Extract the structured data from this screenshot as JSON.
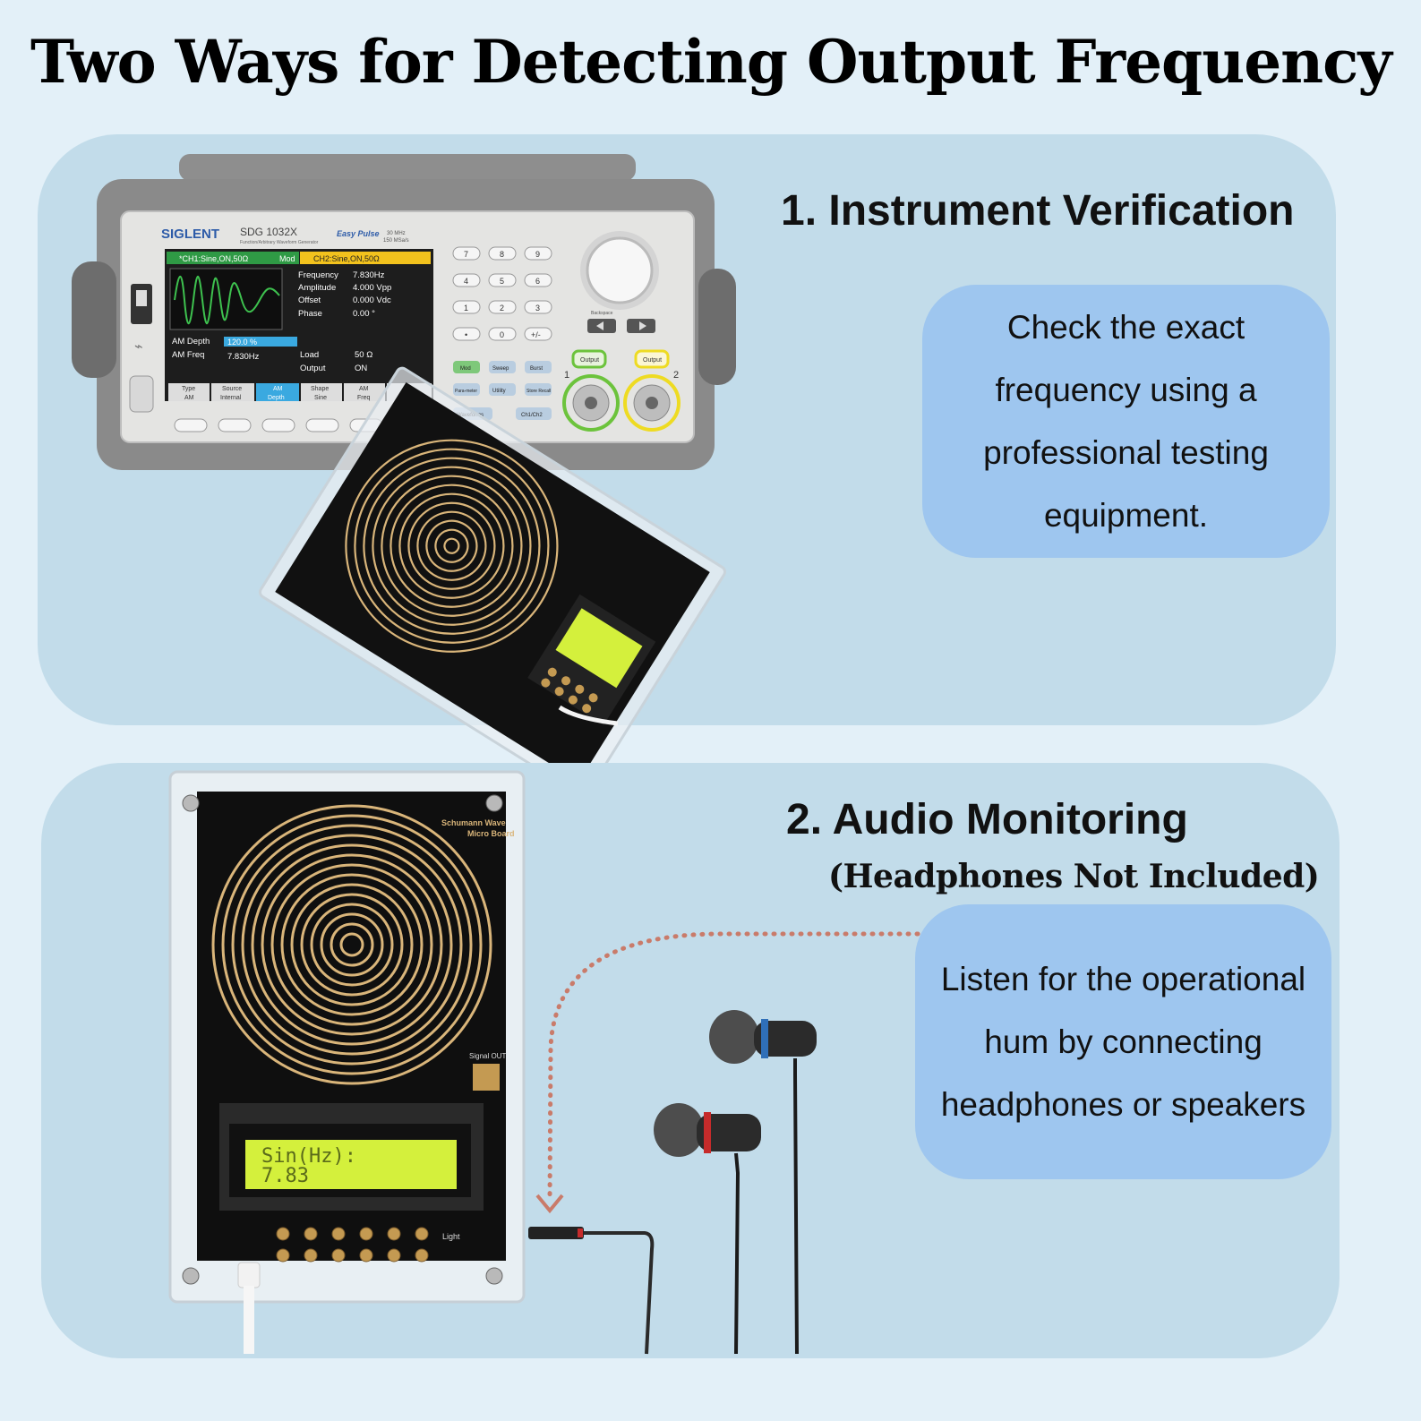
{
  "title": "Two Ways  for Detecting Output Frequency",
  "section1": {
    "heading": "1. Instrument Verification",
    "description": "Check the exact frequency using a professional testing equipment."
  },
  "section2": {
    "heading": "2. Audio Monitoring",
    "note": "(Headphones Not Included)",
    "description": "Listen for the operational hum by connecting headphones or speakers"
  },
  "generator": {
    "brand": "SIGLENT",
    "model": "SDG 1032X",
    "model_sub": "Function/Arbitrary Waveform Generator",
    "badge": "Easy Pulse",
    "spec1": "30 MHz",
    "spec2": "150 MSa/s",
    "ch1_tab": "*CH1:Sine,ON,50Ω",
    "mod_tab": "Mod",
    "ch2_tab": "CH2:Sine,ON,50Ω",
    "params": [
      {
        "label": "Frequency",
        "value": "7.830Hz"
      },
      {
        "label": "Amplitude",
        "value": "4.000 Vpp"
      },
      {
        "label": "Offset",
        "value": "0.000 Vdc"
      },
      {
        "label": "Phase",
        "value": "0.00 °"
      }
    ],
    "am_depth_label": "AM Depth",
    "am_depth_value": "120.0 %",
    "am_freq_label": "AM Freq",
    "am_freq_value": "7.830Hz",
    "load_label": "Load",
    "load_value": "50 Ω",
    "output_label": "Output",
    "output_value": "ON",
    "softkeys": [
      {
        "top": "Type",
        "bottom": "AM"
      },
      {
        "top": "Source",
        "bottom": "Internal"
      },
      {
        "top": "AM",
        "bottom": "Depth"
      },
      {
        "top": "Shape",
        "bottom": "Sine"
      },
      {
        "top": "AM",
        "bottom": "Freq"
      },
      {
        "top": "",
        "bottom": ""
      }
    ],
    "keypad": [
      "7",
      "8",
      "9",
      "4",
      "5",
      "6",
      "1",
      "2",
      "3",
      "•",
      "0",
      "+/-"
    ],
    "backspace": "Backspace",
    "func_keys": [
      "Mod",
      "Sweep",
      "Burst",
      "Para-meter",
      "Utility",
      "Store Recall",
      "Waveforms",
      "Ch1/Ch2"
    ],
    "output_label_btn": "Output",
    "channel_1": "1",
    "channel_2": "2"
  },
  "board": {
    "name_line1": "Schumann Wave",
    "name_line2": "Micro Board",
    "lcd_line1": "Sin(Hz):",
    "lcd_line2": "7.83",
    "signal_out": "Signal OUT",
    "light": "Light"
  },
  "colors": {
    "background": "#e3f0f8",
    "panel": "#c2dcea",
    "bubble": "#9ec6ef",
    "lcd": "#d4f03c",
    "coil": "#d9b57a",
    "arrow": "#c97b6a"
  }
}
